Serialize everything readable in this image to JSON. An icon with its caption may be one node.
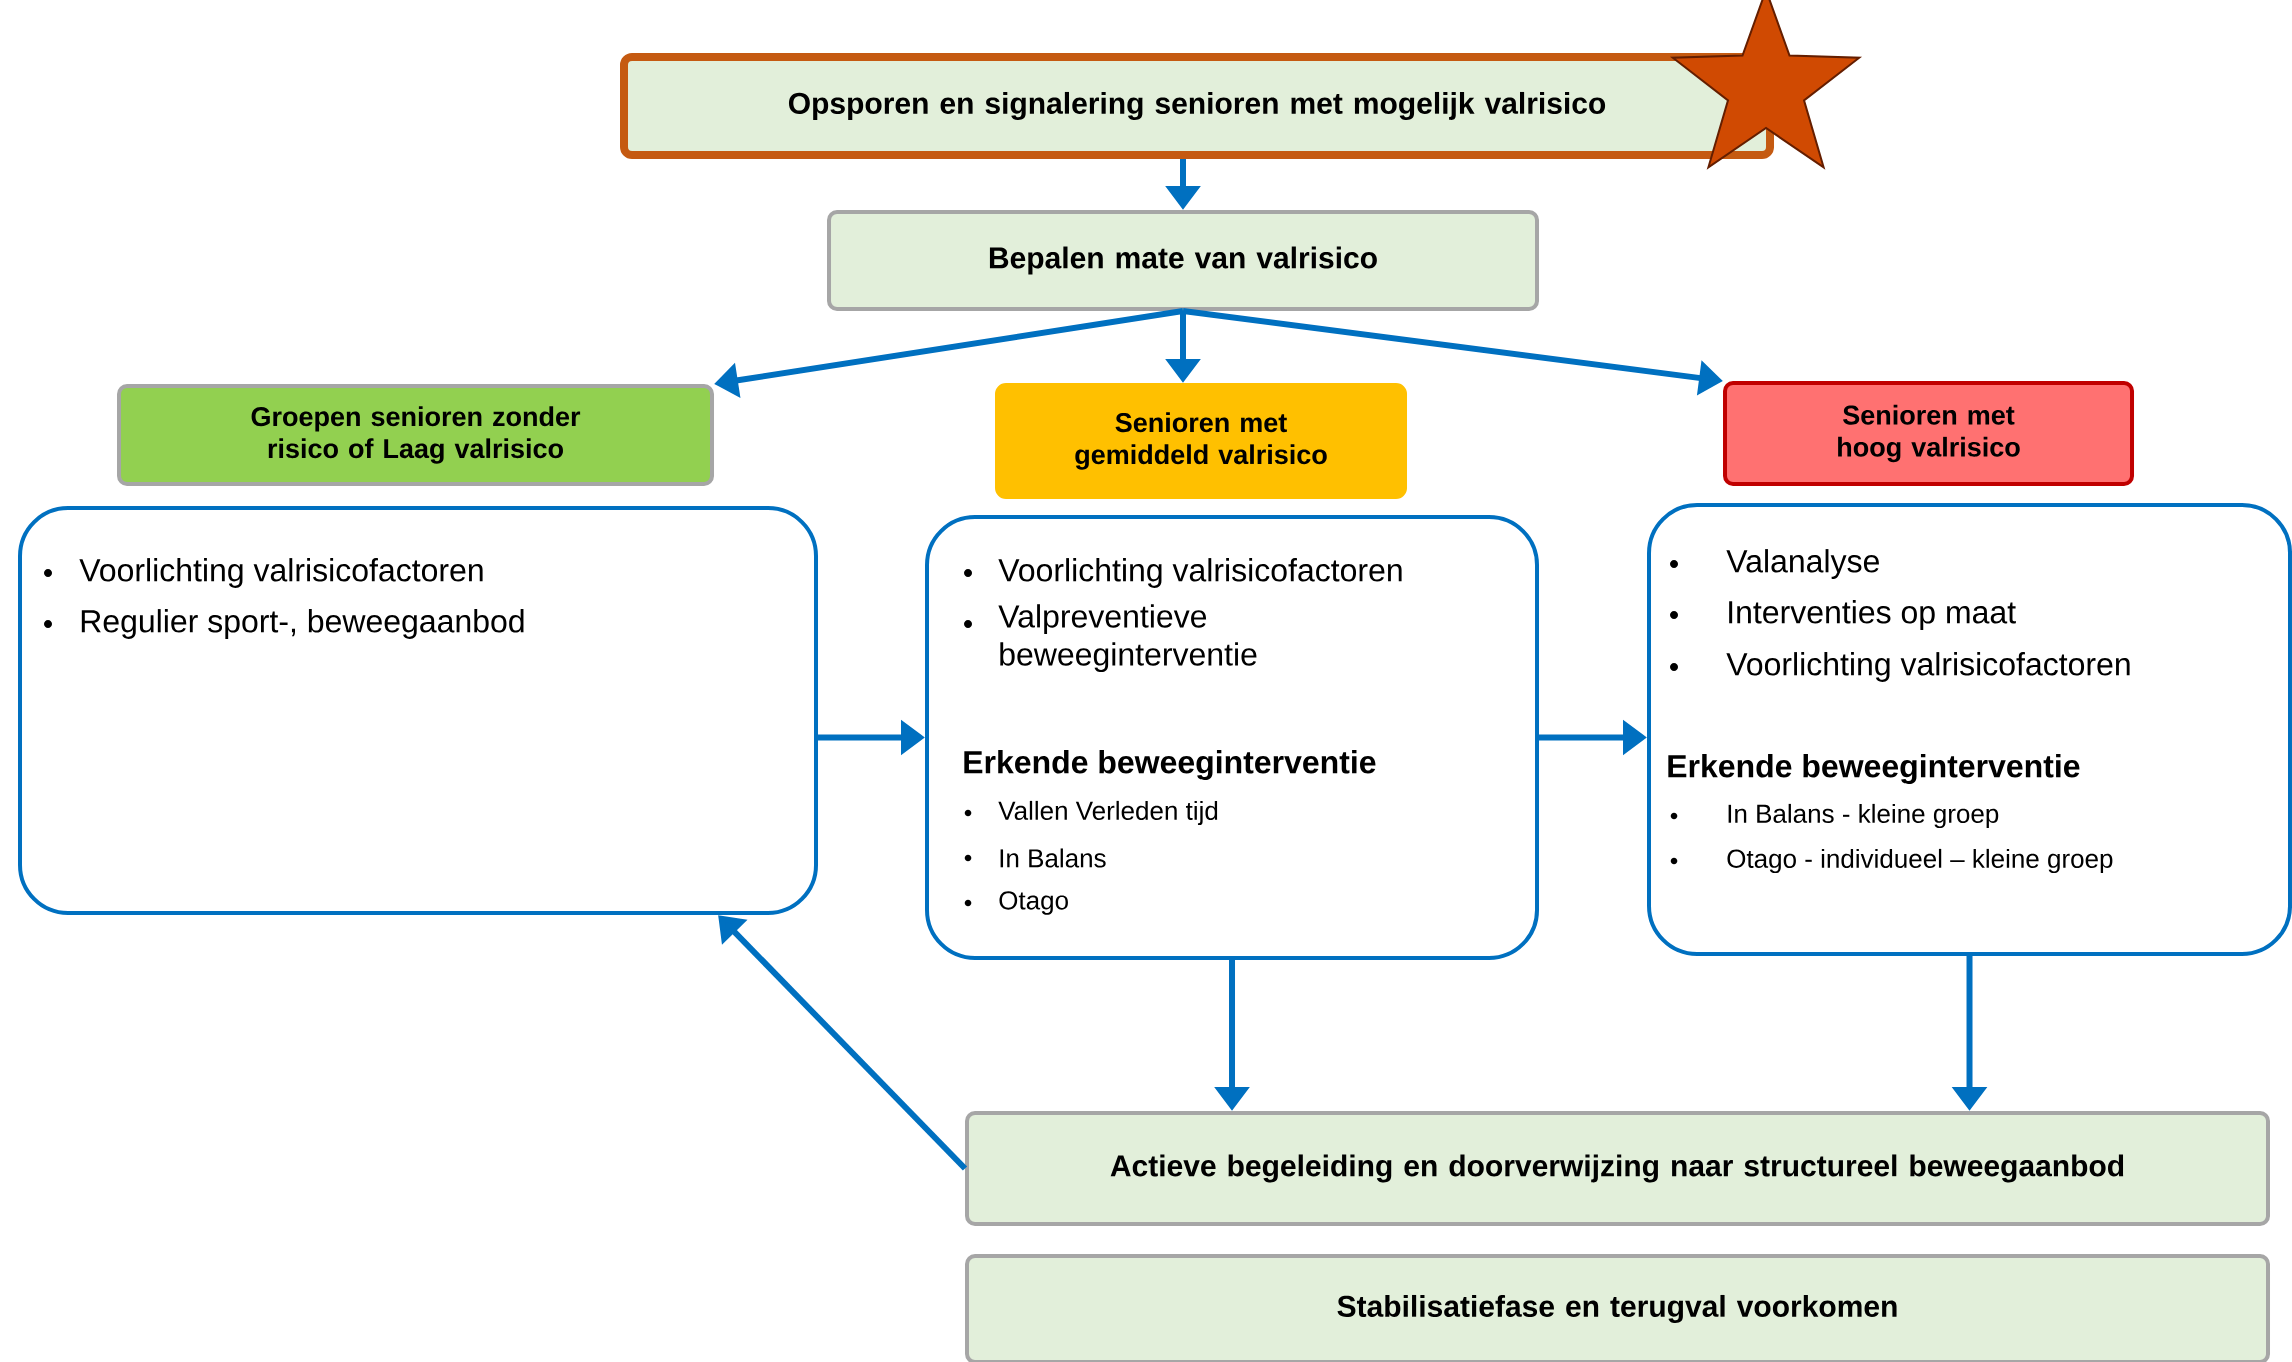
{
  "diagram": {
    "nodes": [
      {
        "text": [
          "Opsporen en signalering senioren met mogelijk valrisico"
        ]
      },
      {
        "text": [
          "Bepalen mate van valrisico"
        ]
      },
      {
        "text": [
          "Groepen senioren zonder risico of Laag valrisico"
        ]
      },
      {
        "text": [
          "Voorlichting valrisicofactoren",
          "Regulier sport-,  beweegaanbod"
        ]
      },
      {
        "text": [
          "Senioren met gemiddeld valrisico"
        ]
      },
      {
        "text": [
          "Voorlichting valrisicofactoren",
          "Valpreventieve beweeginterventie",
          "Erkende beweeginterventie",
          "Vallen Verleden tijd",
          "In Balans",
          "Otago"
        ]
      },
      {
        "text": [
          "Senioren met hoog valrisico"
        ]
      },
      {
        "text": [
          "Valanalyse",
          "Interventies op maat",
          "Voorlichting valrisicofactoren",
          "Erkende beweeginterventie",
          "In Balans - kleine groep",
          "Otago - individueel – kleine groep"
        ]
      },
      {
        "text": [
          "Actieve begeleiding en doorverwijzing naar structureel beweegaanbod"
        ]
      },
      {
        "text": [
          "Stabilisatiefase en terugval voorkomen"
        ]
      }
    ],
    "edges": [
      {
        "from": 0,
        "to": 1,
        "arrow": "to"
      },
      {
        "from": 1,
        "to": 2,
        "arrow": "to"
      },
      {
        "from": 1,
        "to": 4,
        "arrow": "to"
      },
      {
        "from": 1,
        "to": 6,
        "arrow": "to"
      },
      {
        "from": 3,
        "to": 5,
        "arrow": "to"
      },
      {
        "from": 5,
        "to": 7,
        "arrow": "to"
      },
      {
        "from": 5,
        "to": 8,
        "arrow": "to"
      },
      {
        "from": 7,
        "to": 8,
        "arrow": "to"
      },
      {
        "from": 8,
        "to": 3,
        "arrow": "to"
      }
    ]
  }
}
